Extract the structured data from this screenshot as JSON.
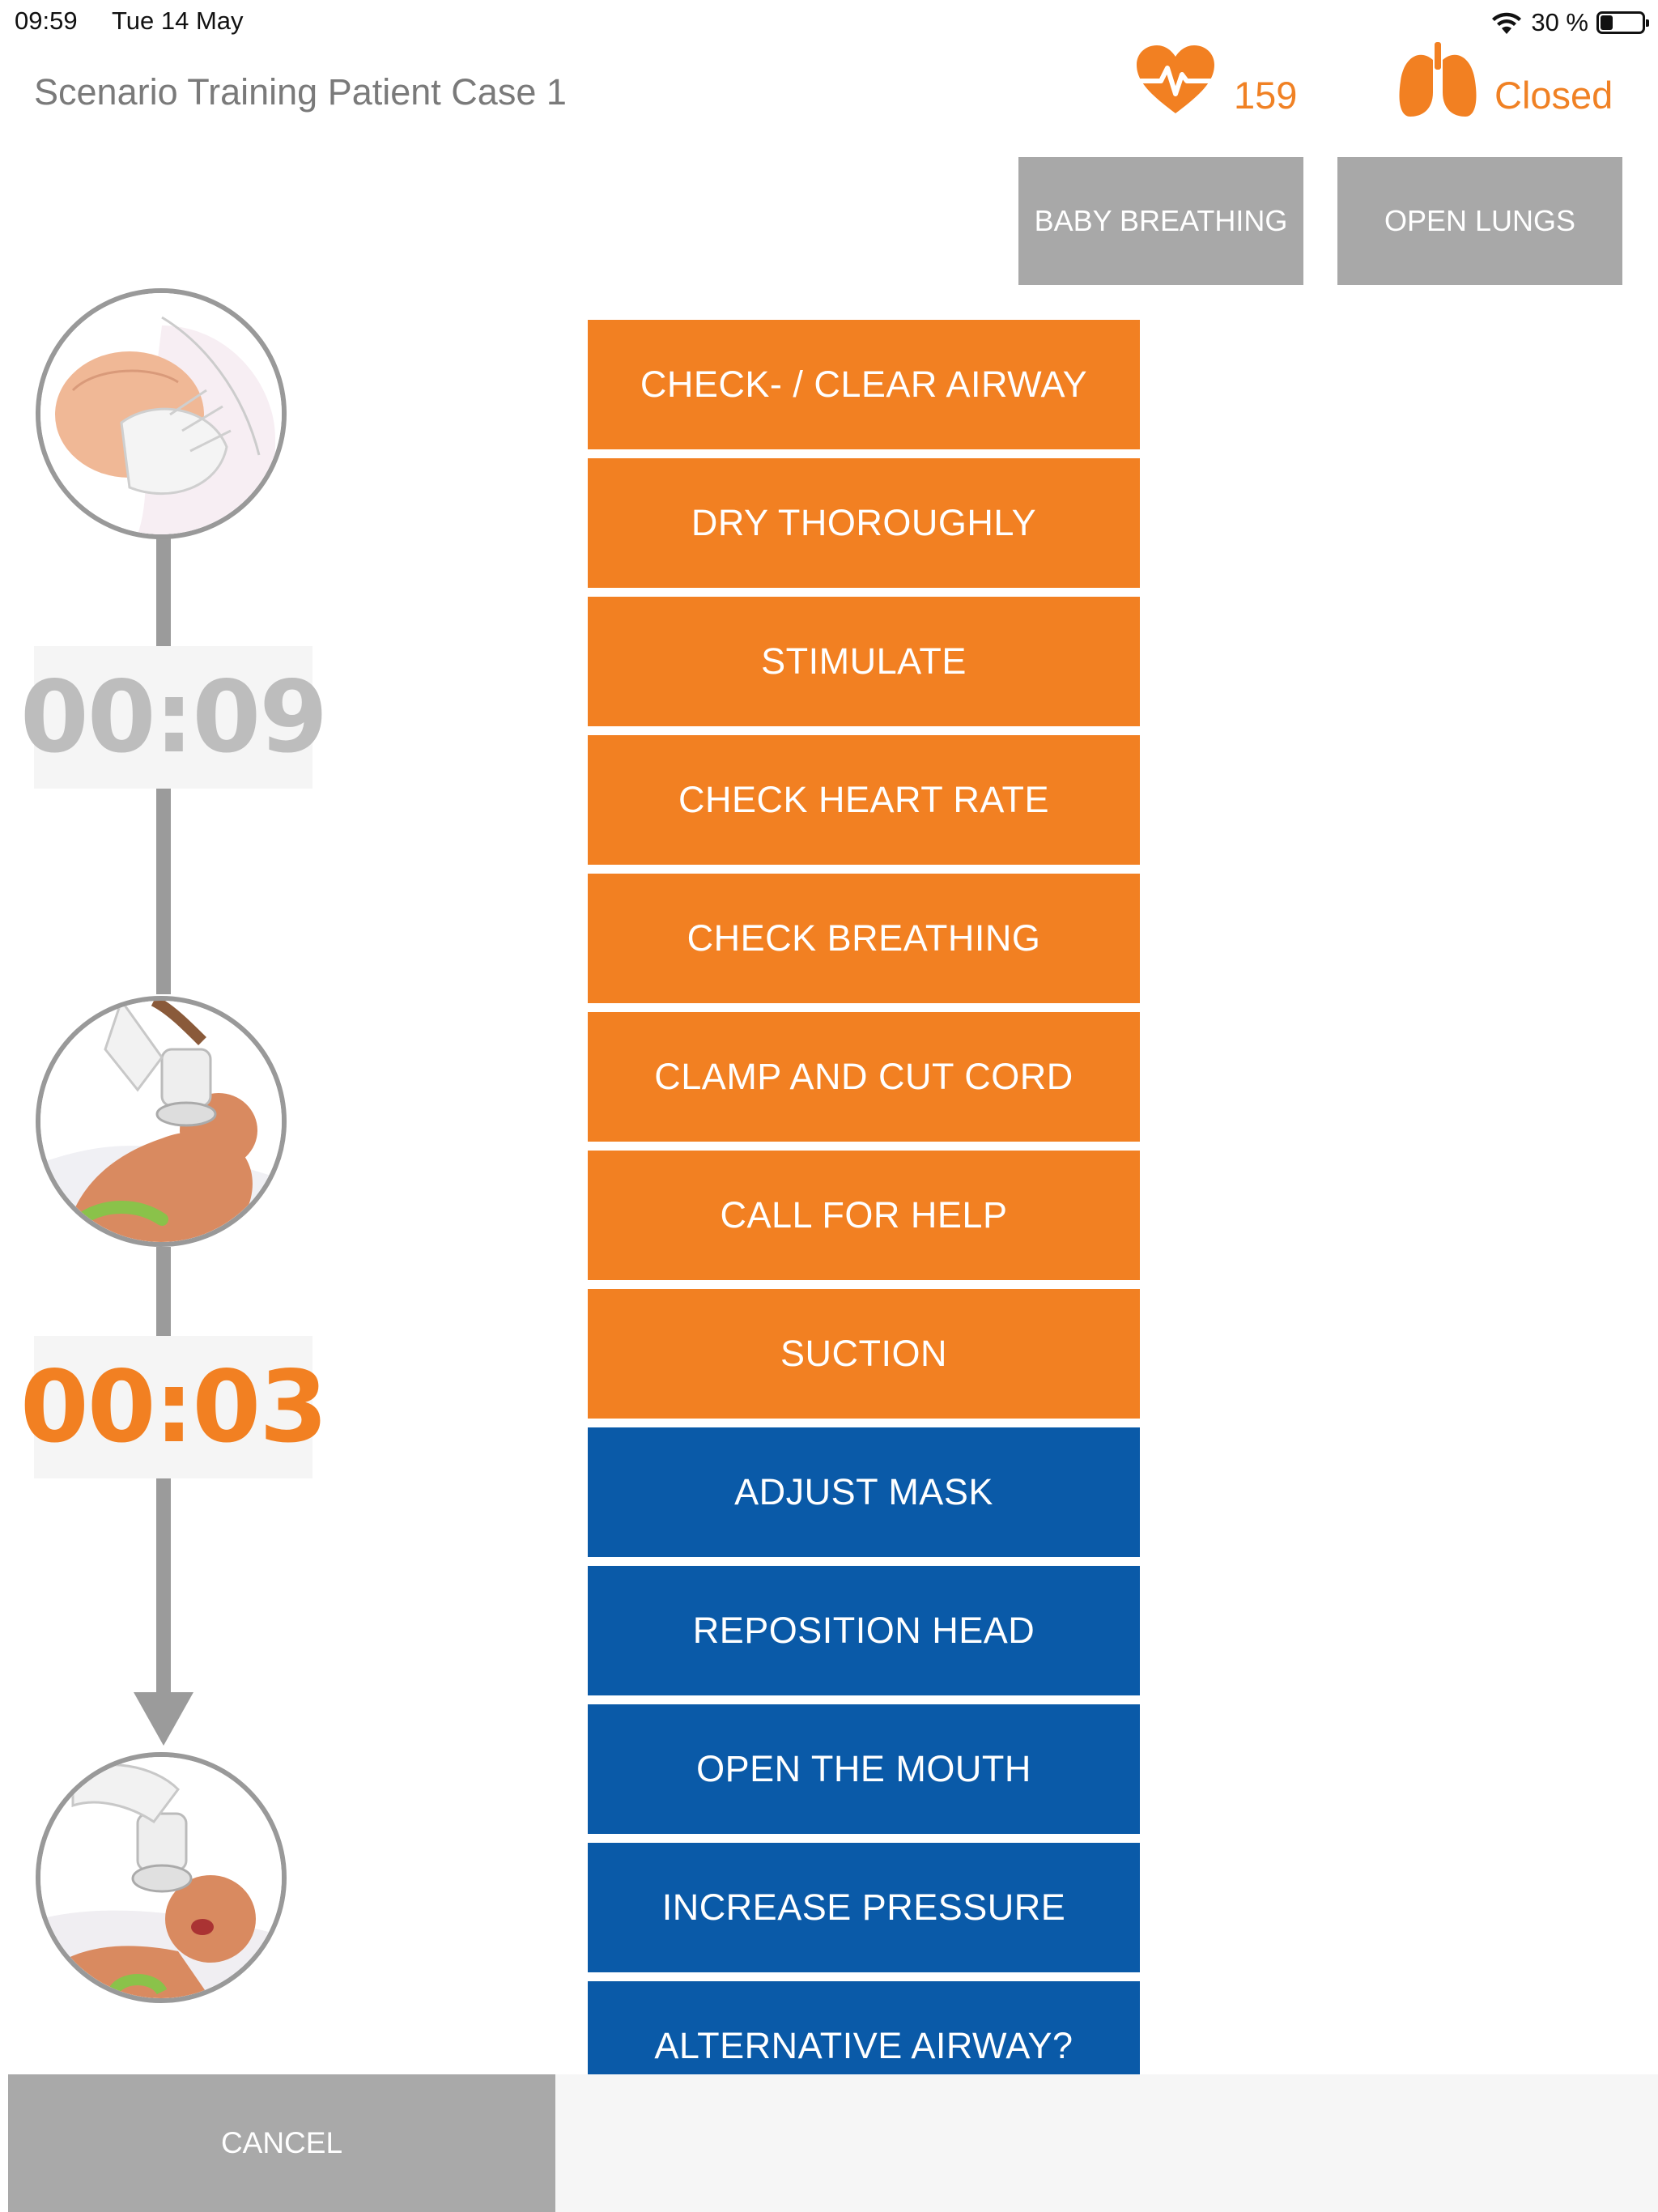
{
  "status": {
    "time": "09:59",
    "date": "Tue 14 May",
    "battery": "30 %",
    "battery_level": 0.3
  },
  "header": {
    "title": "Scenario Training Patient Case 1",
    "heart_rate": "159",
    "lung_state": "Closed"
  },
  "toggles": {
    "baby_breathing": "BABY BREATHING",
    "open_lungs": "OPEN LUNGS"
  },
  "timers": {
    "first": "00:09",
    "second": "00:03"
  },
  "actions": [
    {
      "label": "CHECK- / CLEAR AIRWAY",
      "color": "orange"
    },
    {
      "label": "DRY THOROUGHLY",
      "color": "orange"
    },
    {
      "label": "STIMULATE",
      "color": "orange"
    },
    {
      "label": "CHECK HEART RATE",
      "color": "orange"
    },
    {
      "label": "CHECK BREATHING",
      "color": "orange"
    },
    {
      "label": "CLAMP AND CUT CORD",
      "color": "orange"
    },
    {
      "label": "CALL FOR HELP",
      "color": "orange"
    },
    {
      "label": "SUCTION",
      "color": "orange"
    },
    {
      "label": "ADJUST MASK",
      "color": "blue"
    },
    {
      "label": "REPOSITION HEAD",
      "color": "blue"
    },
    {
      "label": "OPEN THE MOUTH",
      "color": "blue"
    },
    {
      "label": "INCREASE PRESSURE",
      "color": "blue"
    },
    {
      "label": "ALTERNATIVE AIRWAY?",
      "color": "blue"
    }
  ],
  "cancel_label": "CANCEL",
  "colors": {
    "accent": "#f28022",
    "blue": "#0a5aa8",
    "gray": "#a8a8a8",
    "timer_gray": "#bdbdbd"
  }
}
